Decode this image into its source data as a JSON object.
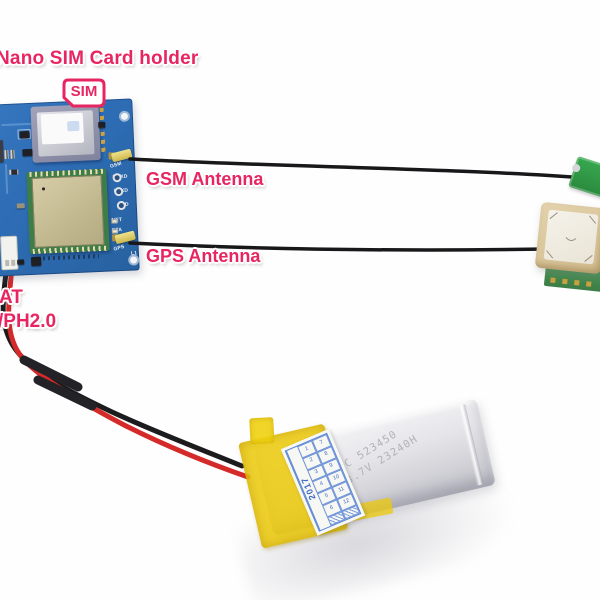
{
  "labels": {
    "title": "Nano SIM Card holder",
    "sim_badge": "SIM",
    "gsm_antenna": "GSM Antenna",
    "gps_antenna": "GPS Antenna",
    "bat_partial": "AT",
    "connector_partial": "/PH2.0"
  },
  "board": {
    "rf_ports": [
      "GSM",
      "GPS"
    ],
    "pins": [
      "HRXD",
      "HTXD",
      "GND"
    ],
    "leds": [
      "NET",
      "STA"
    ],
    "silk_l1": "L1"
  },
  "battery": {
    "print_line1": "+ ZC 523450",
    "print_line2": "- 3.7V 23240H",
    "sticker_year": "2017",
    "sticker_numbers": [
      "1",
      "2",
      "3",
      "4",
      "5",
      "6",
      "7",
      "8",
      "9",
      "10",
      "11",
      "12"
    ]
  },
  "colors": {
    "annotation_pink": "#e72661",
    "board_blue": "#2e6db5",
    "module_shield_tan": "#c9c09a",
    "pcb_green": "#3c7d4a",
    "antenna_green": "#2f9e46",
    "ceramic_beige": "#d8c49c",
    "battery_silver": "#dcdce0",
    "tape_yellow": "#ecca08",
    "wire_red": "#d42a2a",
    "wire_black": "#1c1c1e"
  }
}
